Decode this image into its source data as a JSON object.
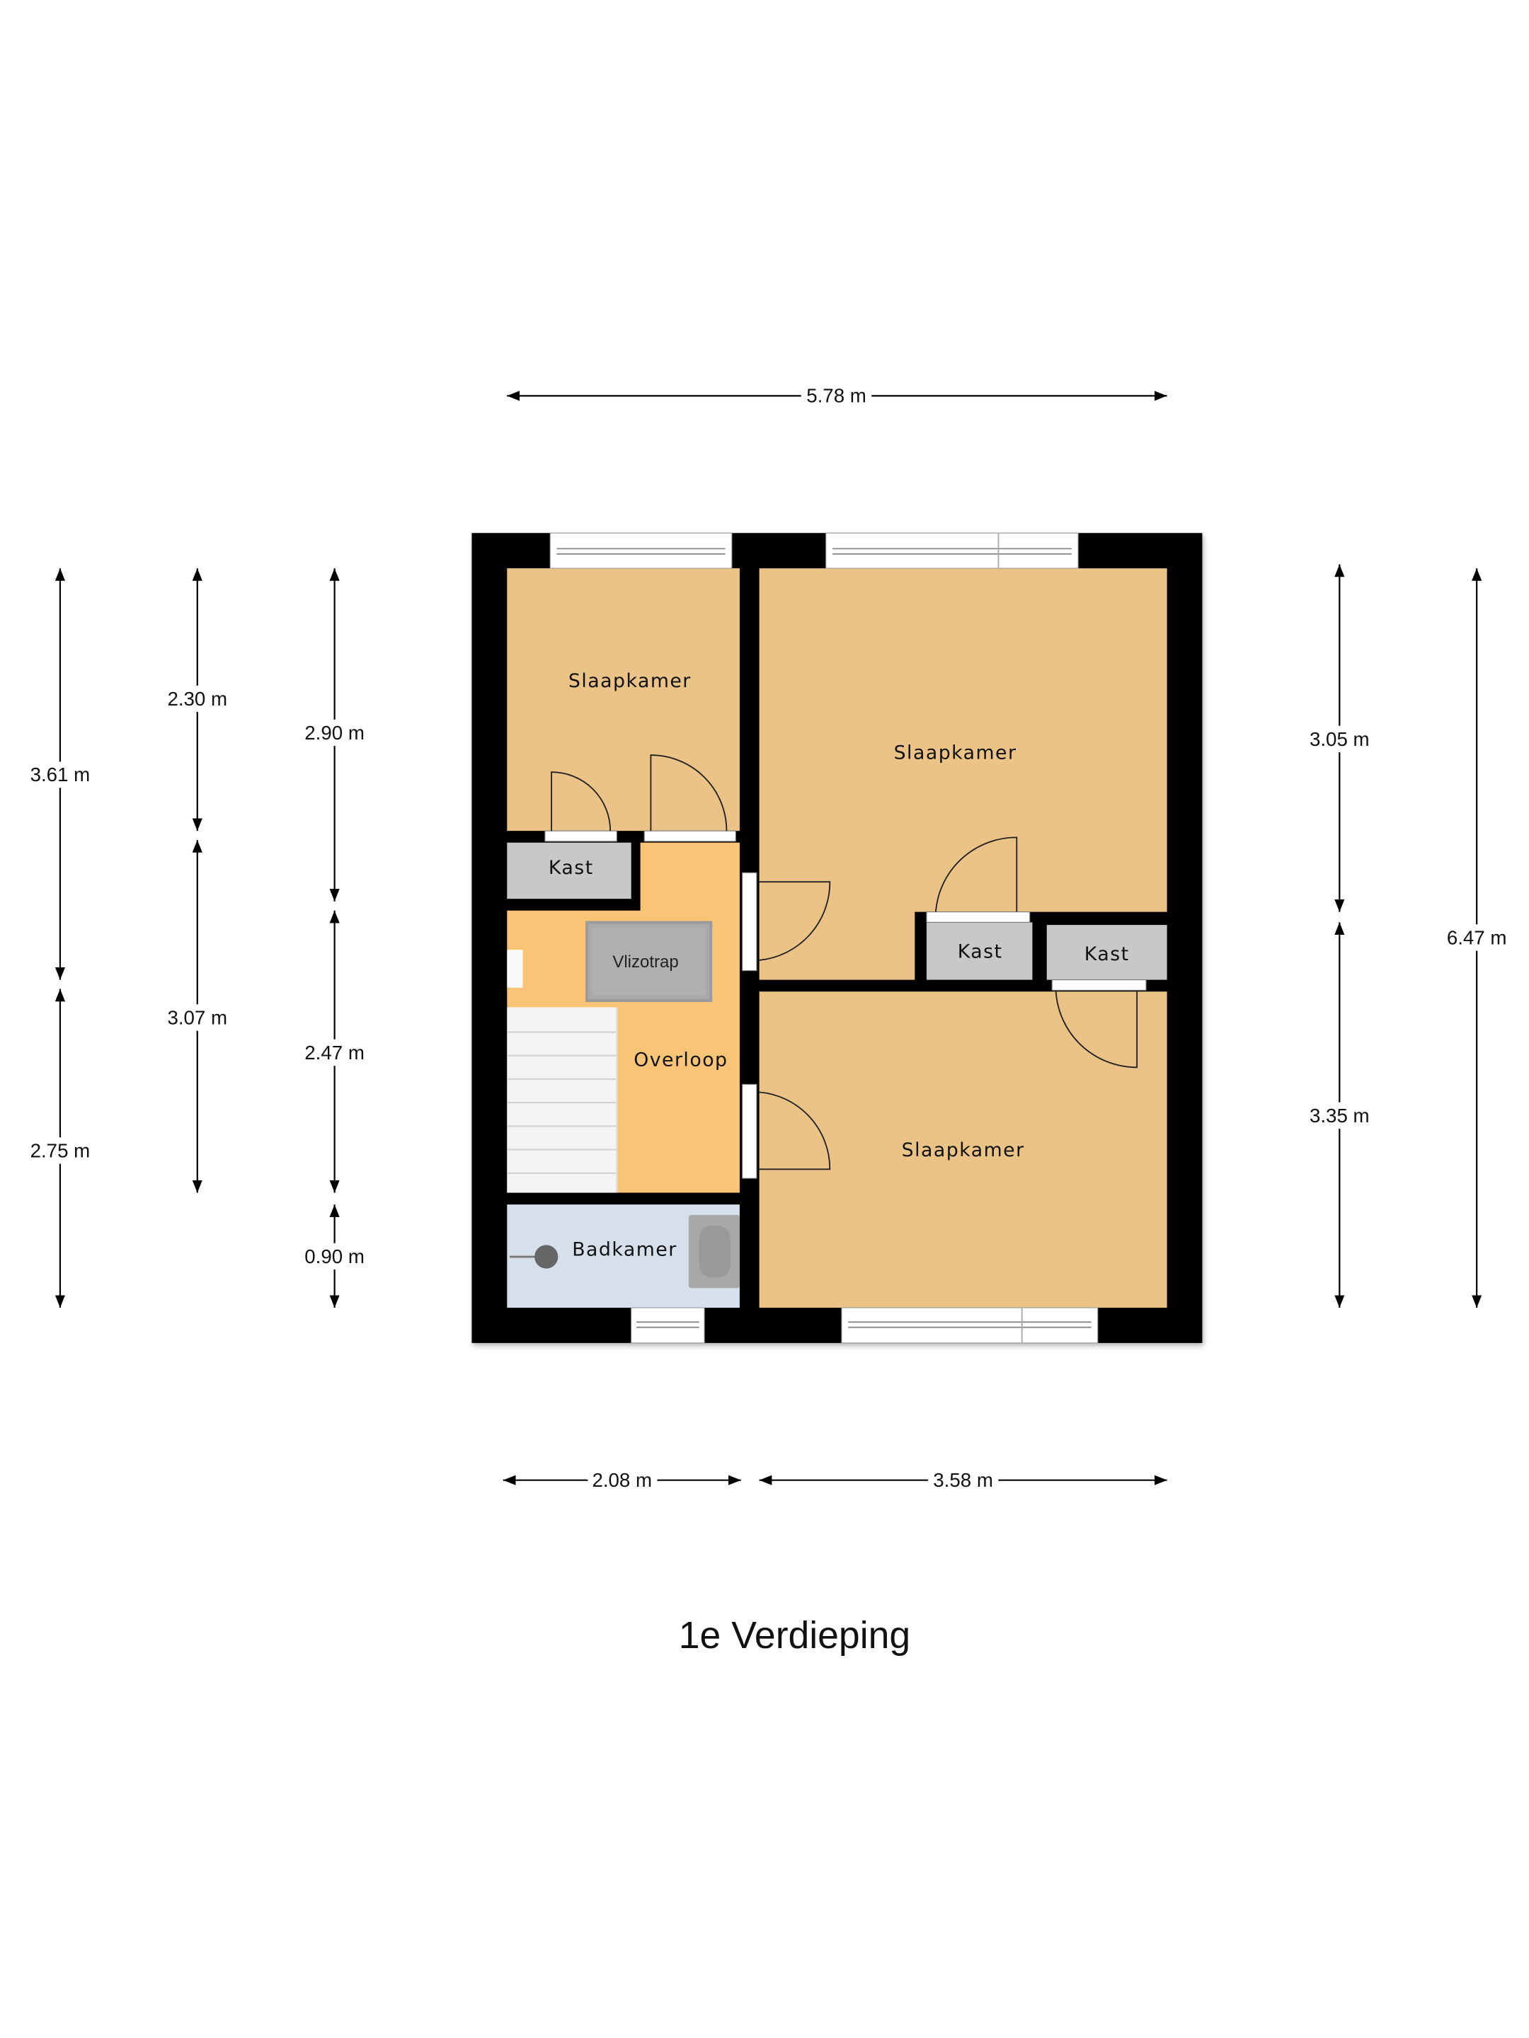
{
  "title": "1e Verdieping",
  "colors": {
    "wall": "#000000",
    "bedroom": "#ebc386",
    "landing": "#f8c577",
    "storage": "#c8c8c8",
    "bathroom": "#d5e0ea",
    "stairs": "#f4f4f4"
  },
  "rooms": {
    "bedroom_top_left": "Slaapkamer",
    "bedroom_top_right": "Slaapkamer",
    "bedroom_bottom_right": "Slaapkamer",
    "closet_left": "Kast",
    "closet_middle": "Kast",
    "closet_right": "Kast",
    "attic_ladder": "Vlizotrap",
    "landing": "Overloop",
    "bathroom": "Badkamer"
  },
  "dimensions": {
    "top_total_width": "5.78 m",
    "bottom_left_width": "2.08 m",
    "bottom_right_width": "3.58 m",
    "left_outer_top": "3.61 m",
    "left_outer_bottom": "2.75 m",
    "left_mid_top": "2.30 m",
    "left_mid_bottom": "3.07 m",
    "left_inner_top": "2.90 m",
    "left_inner_middle": "2.47 m",
    "left_inner_bottom": "0.90 m",
    "right_inner_top": "3.05 m",
    "right_inner_bottom": "3.35 m",
    "right_outer_total": "6.47 m"
  }
}
